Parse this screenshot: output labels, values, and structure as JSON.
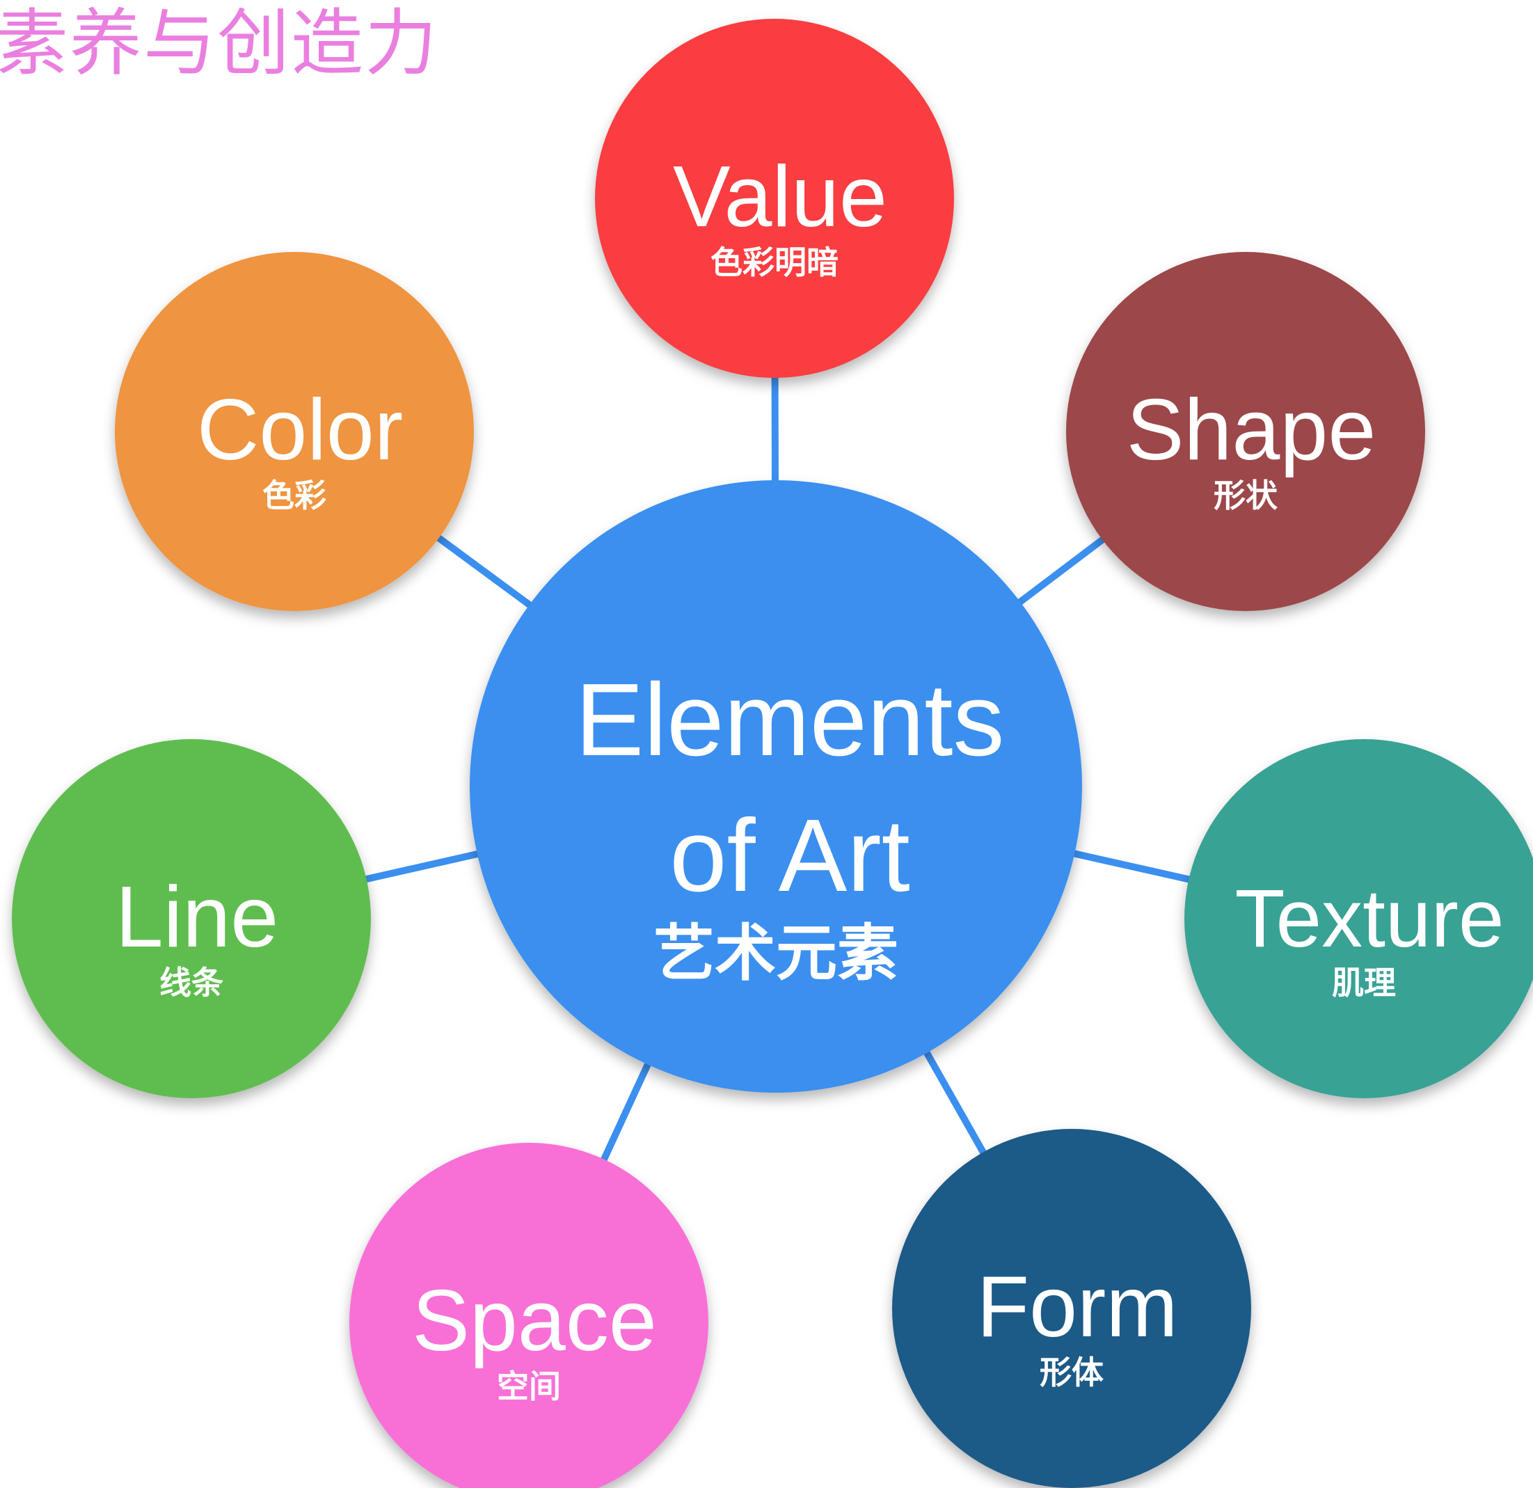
{
  "heading": {
    "text": "素养与创造力",
    "color": "#ea7fe0"
  },
  "center": {
    "line1": "Elements",
    "line2": "of Art",
    "subtitle": "艺术元素",
    "color": "#3b8fef"
  },
  "connector_color": "#3b8fef",
  "nodes": [
    {
      "id": "value",
      "title": "Value",
      "subtitle": "色彩明暗",
      "color": "#f93d40"
    },
    {
      "id": "shape",
      "title": "Shape",
      "subtitle": "形状",
      "color": "#9c4649"
    },
    {
      "id": "texture",
      "title": "Texture",
      "subtitle": "肌理",
      "color": "#38a295"
    },
    {
      "id": "form",
      "title": "Form",
      "subtitle": "形体",
      "color": "#1c5a87"
    },
    {
      "id": "space",
      "title": "Space",
      "subtitle": "空间",
      "color": "#f86fd6"
    },
    {
      "id": "line",
      "title": "Line",
      "subtitle": "线条",
      "color": "#5fbd4f"
    },
    {
      "id": "color",
      "title": "Color",
      "subtitle": "色彩",
      "color": "#ef9440"
    }
  ]
}
